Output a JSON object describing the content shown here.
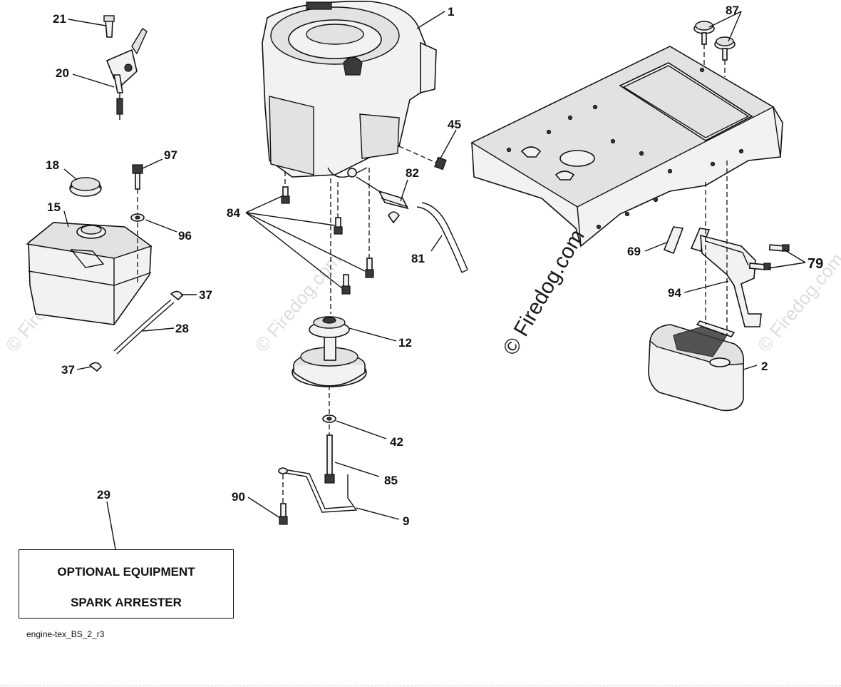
{
  "callouts": [
    "1",
    "2",
    "9",
    "12",
    "15",
    "18",
    "20",
    "21",
    "28",
    "29",
    "37",
    "37",
    "42",
    "45",
    "69",
    "79",
    "81",
    "82",
    "84",
    "85",
    "87",
    "90",
    "94",
    "96",
    "97"
  ],
  "optional_box": {
    "line1": "OPTIONAL EQUIPMENT",
    "line2": "SPARK ARRESTER"
  },
  "file_code": "engine-tex_BS_2_r3",
  "watermark": "© Firedog.com"
}
